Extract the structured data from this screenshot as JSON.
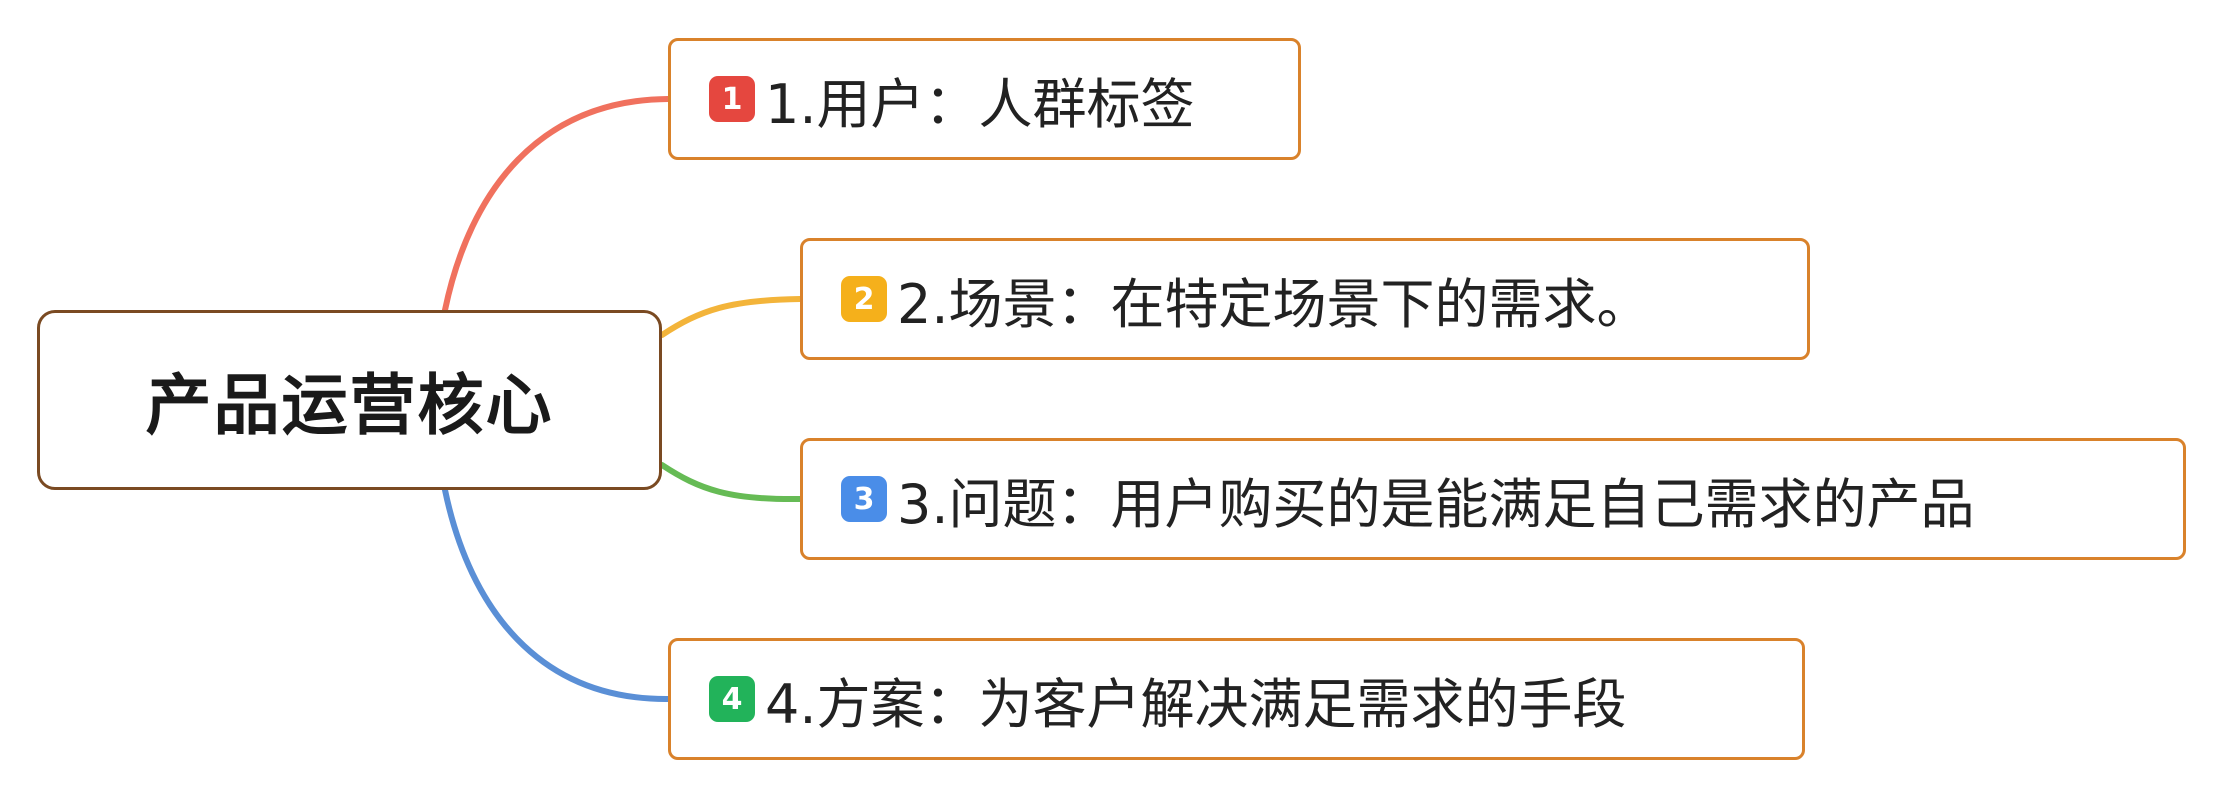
{
  "root": {
    "label": "产品运营核心",
    "border_color": "#7a4a22"
  },
  "branches": [
    {
      "badge": "1",
      "badge_color": "#e5473f",
      "line_color": "#f0715e",
      "label": "1.用户：人群标签"
    },
    {
      "badge": "2",
      "badge_color": "#f5b01b",
      "line_color": "#f3b43a",
      "label": "2.场景：在特定场景下的需求。"
    },
    {
      "badge": "3",
      "badge_color": "#4a8de8",
      "line_color": "#66bb55",
      "label": "3.问题：用户购买的是能满足自己需求的产品"
    },
    {
      "badge": "4",
      "badge_color": "#22b35a",
      "line_color": "#5a8fd6",
      "label": "4.方案：为客户解决满足需求的手段"
    }
  ],
  "branch_border_color": "#d9822b"
}
